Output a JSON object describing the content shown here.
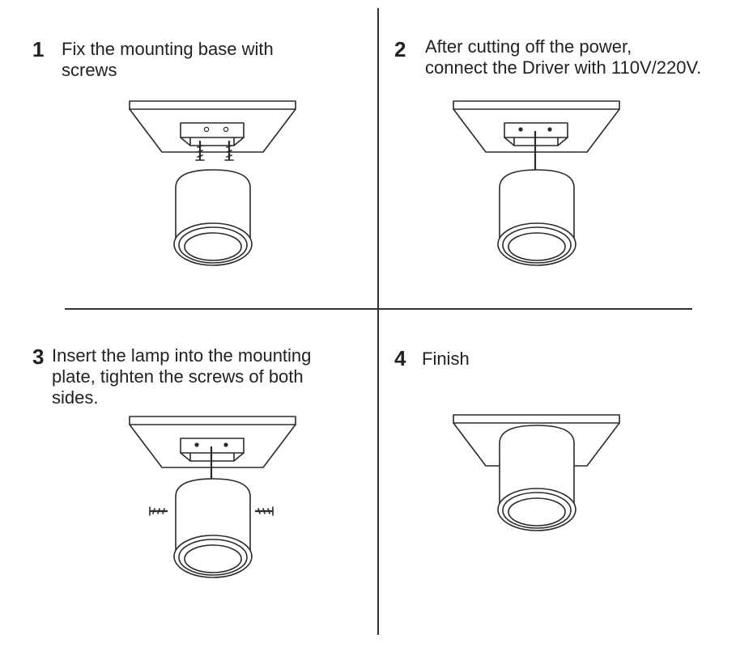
{
  "steps": [
    {
      "number": "1",
      "text": "Fix the mounting base with\nscrews"
    },
    {
      "number": "2",
      "text": "After cutting off the power,\nconnect the Driver with 110V/220V."
    },
    {
      "number": "3",
      "text": "Insert the lamp into the mounting\nplate, tighten the screws of both\nsides."
    },
    {
      "number": "4",
      "text": "Finish"
    }
  ]
}
